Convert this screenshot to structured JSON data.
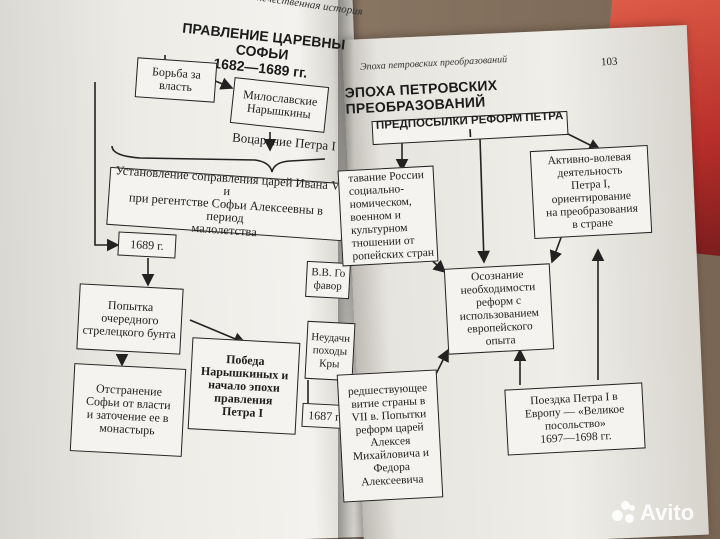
{
  "page_header_left": "Отечественная история",
  "page_header_right": "Эпоха петровских преобразований",
  "page_number": "103",
  "left_title": "ПРАВЛЕНИЕ ЦАРЕВНЫ СОФЬИ\n1682—1689 гг.",
  "left_boxes": {
    "borba": "Борьба за\nвласть",
    "miloslavskie": "Милославские\nНарышкины",
    "vocarenie": "Воцарение Петра I",
    "sopravlenie": "Установление соправления царей Ивана V и\nпри регентстве Софьи Алексеевны в период\nмалолетства",
    "y1689": "1689 г.",
    "bunt": "Попытка\nочередного\nстрелецкого бунта",
    "pobeda": "Победа\nНарышкиных и\nначало эпохи\nправления\nПетра I",
    "otstranenie": "Отстранение\nСофьи от власти\nи заточение ее в\nмонастырь",
    "golicyn": "В.В. Го\nфавор",
    "neudachnye": "Неудачн\nпоходы\nКры",
    "y1687": "1687 г."
  },
  "right_title": "ЭПОХА ПЕТРОВСКИХ ПРЕОБРАЗОВАНИЙ",
  "right_boxes": {
    "predposylki": "ПРЕДПОСЫЛКИ РЕФОРМ ПЕТРА I",
    "otstavanie": "тавание России\nсоциально-\nномическом,\nвоенном и\nкультурном\nтношении от\nропейских стран",
    "aktivno": "Активно-волевая\nдеятельность\nПетра I,\nориентирование\nна преобразования\nв стране",
    "osoznanie": "Осознание\nнеобходимости\nреформ с\nиспользованием\nевропейского\nопыта",
    "predshestvuyushchee": "редшествующее\nвитие страны в\nVII в. Попытки\nреформ царей\nАлексея\nМихайловича и\nФедора\nАлексеевича",
    "poezdka": "Поездка Петра I в\nЕвропу — «Великое\nпосольство»\n1697—1698 гг."
  },
  "watermark": "Avito"
}
